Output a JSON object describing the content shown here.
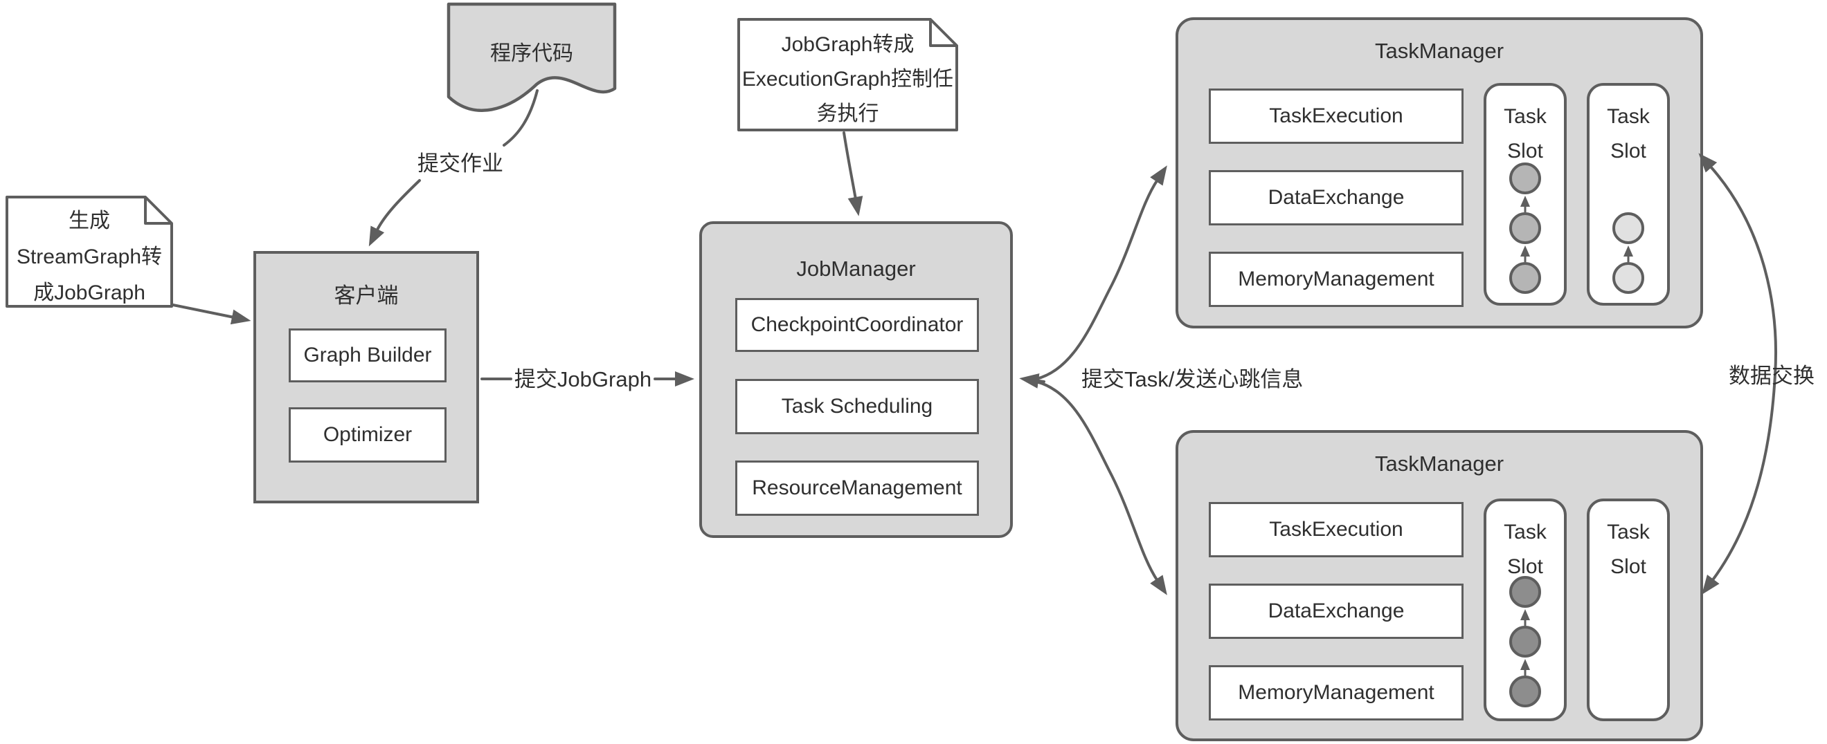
{
  "colors": {
    "box_fill": "#d8d8d8",
    "border": "#5e5e5e",
    "inner_box_fill": "#ffffff",
    "text": "#2f2f2f",
    "slot_circle_medium": "#b5b5b5",
    "slot_circle_light": "#e1e1e1",
    "slot_circle_dark": "#8d8d8d"
  },
  "nodes": {
    "program_code": {
      "label": "程序代码"
    },
    "stream_graph_note": {
      "line1": "生成",
      "line2": "StreamGraph转",
      "line3": "成JobGraph"
    },
    "client": {
      "title": "客户端",
      "components": [
        "Graph Builder",
        "Optimizer"
      ]
    },
    "execution_graph_note": {
      "line1": "JobGraph转成",
      "line2": "ExecutionGraph控制任",
      "line3": "务执行"
    },
    "job_manager": {
      "title": "JobManager",
      "components": [
        "CheckpointCoordinator",
        "Task Scheduling",
        "ResourceManagement"
      ]
    },
    "task_manager_top": {
      "title": "TaskManager",
      "components": [
        "TaskExecution",
        "DataExchange",
        "MemoryManagement"
      ],
      "slots": [
        {
          "line1": "Task",
          "line2": "Slot",
          "circle_count": 3,
          "circle_shade": "medium"
        },
        {
          "line1": "Task",
          "line2": "Slot",
          "circle_count": 2,
          "circle_shade": "light"
        }
      ]
    },
    "task_manager_bottom": {
      "title": "TaskManager",
      "components": [
        "TaskExecution",
        "DataExchange",
        "MemoryManagement"
      ],
      "slots": [
        {
          "line1": "Task",
          "line2": "Slot",
          "circle_count": 3,
          "circle_shade": "dark"
        },
        {
          "line1": "Task",
          "line2": "Slot",
          "circle_count": 0,
          "circle_shade": "none"
        }
      ]
    }
  },
  "edge_labels": {
    "submit_job": "提交作业",
    "submit_jobgraph": "提交JobGraph",
    "submit_task_heartbeat": "提交Task/发送心跳信息",
    "data_exchange": "数据交换"
  }
}
